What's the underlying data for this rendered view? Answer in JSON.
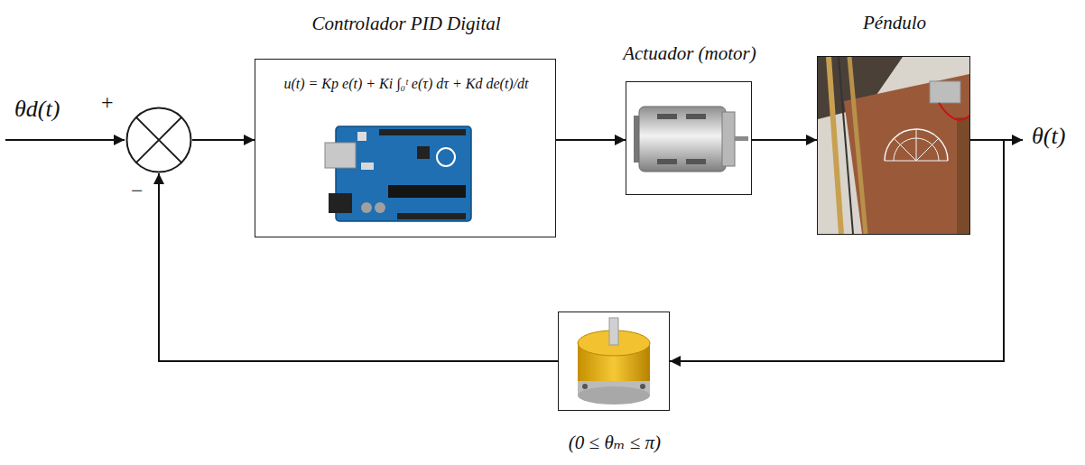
{
  "diagram": {
    "nodes": [
      {
        "text": [
          "+",
          "−"
        ]
      },
      {
        "text": [
          "Controlador PID Digital",
          "u(t) = Kp e(t) + Ki ∫₀ᵗ e(τ) dτ + Kd de(t)/dt"
        ]
      },
      {
        "text": [
          "Actuador (motor)"
        ]
      },
      {
        "text": [
          "Péndulo"
        ]
      },
      {
        "text": [
          "(0 ≤ θₘ ≤ π)"
        ]
      }
    ],
    "edges": [
      {
        "from": 0,
        "to": 1,
        "arrow": "to"
      },
      {
        "from": 1,
        "to": 2,
        "arrow": "to"
      },
      {
        "from": 2,
        "to": 3,
        "arrow": "to"
      },
      {
        "from": 3,
        "to": 4,
        "arrow": "to"
      },
      {
        "from": 4,
        "to": 0,
        "arrow": "to"
      }
    ],
    "labels": [
      "θd(t)",
      "θ(t)"
    ]
  }
}
